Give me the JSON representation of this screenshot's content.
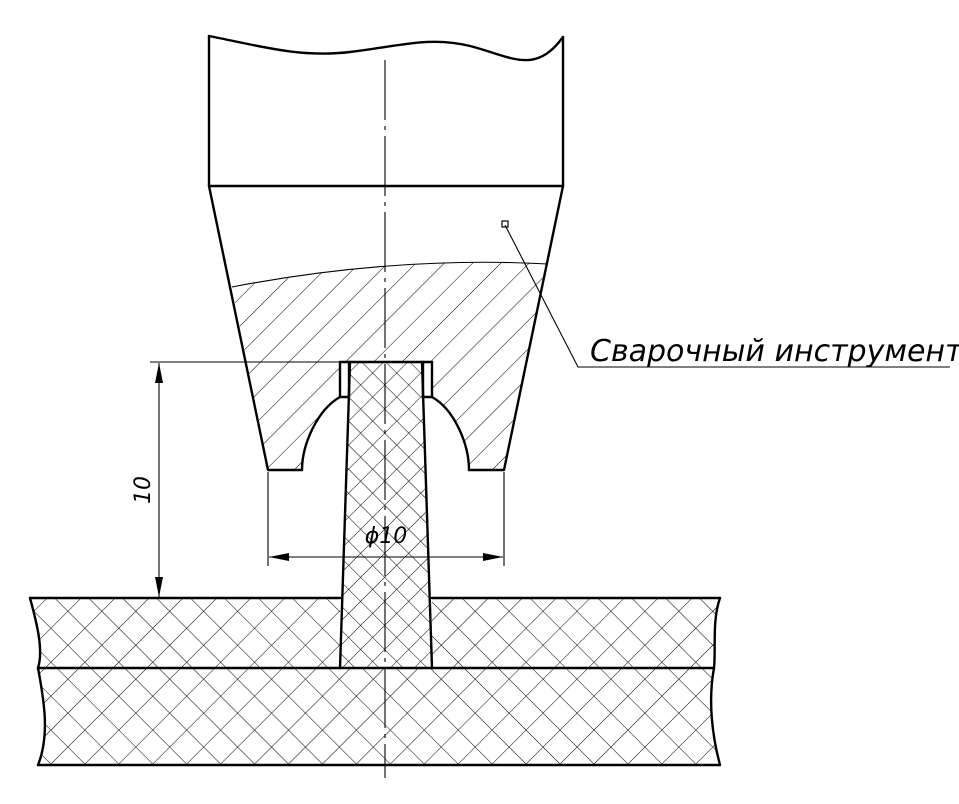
{
  "labels": {
    "tool": "Сварочный инструмент",
    "dim_height": "10",
    "dim_diameter": "ϕ10"
  },
  "colors": {
    "line": "#000000",
    "background": "#ffffff"
  }
}
